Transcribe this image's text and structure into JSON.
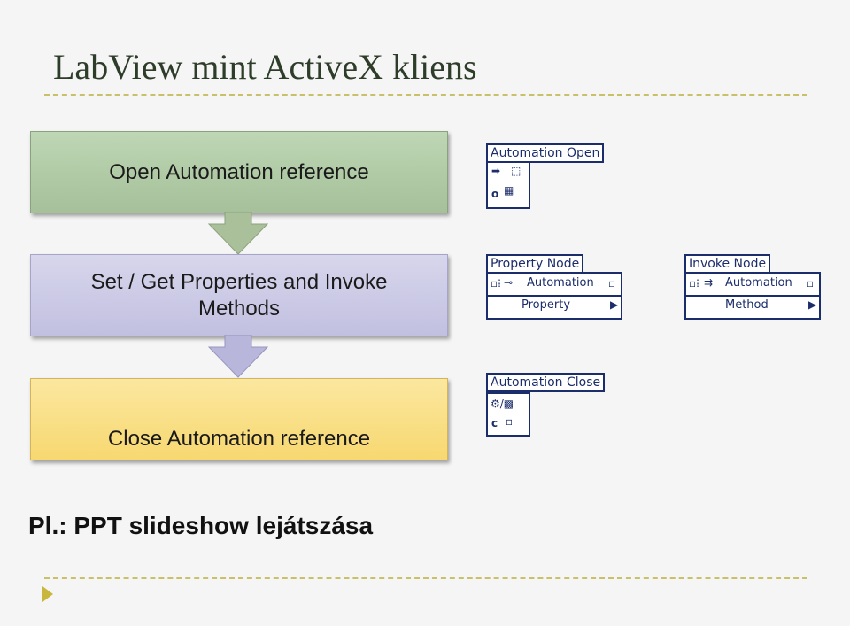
{
  "title": "LabView mint ActiveX kliens",
  "steps": [
    {
      "label": "Open Automation reference"
    },
    {
      "label": "Set / Get Properties and Invoke Methods"
    },
    {
      "label": "Close Automation reference"
    }
  ],
  "nodes": {
    "automation_open": {
      "header": "Automation Open"
    },
    "property_node": {
      "header": "Property Node",
      "ref": "Automation",
      "item": "Property"
    },
    "invoke_node": {
      "header": "Invoke Node",
      "ref": "Automation",
      "item": "Method"
    },
    "automation_close": {
      "header": "Automation Close"
    }
  },
  "footer": {
    "text": "Pl.:  PPT slideshow lejátszása"
  },
  "colors": {
    "accent_dash": "#c9c16a",
    "green_box": "#b3cca8",
    "purple_box": "#cccbe6",
    "yellow_box": "#f9e089",
    "node_border": "#1c2d6b"
  }
}
